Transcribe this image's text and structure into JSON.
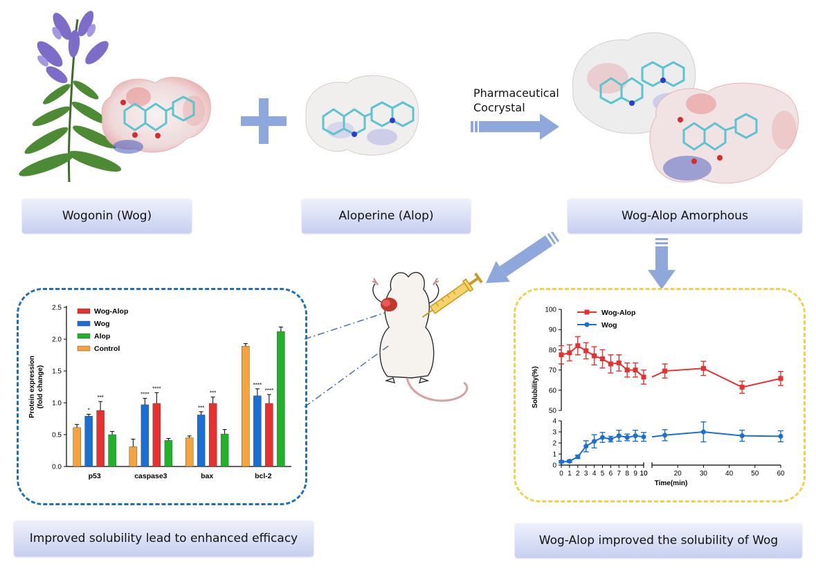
{
  "labels": {
    "wogonin": "Wogonin (Wog)",
    "aloperine": "Aloperine (Alop)",
    "amorphous": "Wog-Alop Amorphous",
    "efficacy": "Improved solubility lead to enhanced efficacy",
    "solubility": "Wog-Alop  improved  the solubility of Wog"
  },
  "arrow_label": {
    "line1": "Pharmaceutical",
    "line2": "Cocrystal"
  },
  "colors": {
    "wog_alop": "#e8302f",
    "wog": "#1a6fd6",
    "alop": "#22b22a",
    "control": "#f5a33c",
    "label_box": "#c7cff0",
    "bar_panel_border": "#1f6fb5",
    "sol_panel_border": "#f2d04a",
    "arrow": "#8fa8dc"
  },
  "chart_data": [
    {
      "type": "bar",
      "ylabel": "Protein expression\n(fold change)",
      "ylabel_line1": "Protein expression",
      "ylabel_line2": "(fold change)",
      "ylim": [
        0,
        2.5
      ],
      "yticks": [
        "0.0",
        "0.5",
        "1.0",
        "1.5",
        "2.0",
        "2.5"
      ],
      "categories": [
        "p53",
        "caspase3",
        "bax",
        "bcl-2"
      ],
      "legend": {
        "placement": "top-left",
        "order": [
          "Wog-Alop",
          "Wog",
          "Alop",
          "Control"
        ]
      },
      "series_order_in_group": [
        "Control",
        "Wog",
        "Wog-Alop",
        "Alop"
      ],
      "series": [
        {
          "name": "Control",
          "color_key": "control",
          "values": [
            0.61,
            0.31,
            0.45,
            1.89
          ],
          "errors": [
            0.05,
            0.12,
            0.03,
            0.04
          ]
        },
        {
          "name": "Wog",
          "color_key": "wog",
          "values": [
            0.79,
            0.97,
            0.81,
            1.11
          ],
          "errors": [
            0.03,
            0.1,
            0.05,
            0.11
          ]
        },
        {
          "name": "Wog-Alop",
          "color_key": "wog_alop",
          "values": [
            0.88,
            0.99,
            0.99,
            0.99
          ],
          "errors": [
            0.14,
            0.17,
            0.1,
            0.14
          ]
        },
        {
          "name": "Alop",
          "color_key": "alop",
          "values": [
            0.5,
            0.41,
            0.51,
            2.12
          ],
          "errors": [
            0.05,
            0.03,
            0.07,
            0.07
          ]
        }
      ],
      "significance": [
        {
          "category": "p53",
          "series": "Wog",
          "label": "*"
        },
        {
          "category": "p53",
          "series": "Wog-Alop",
          "label": "***"
        },
        {
          "category": "caspase3",
          "series": "Wog",
          "label": "****"
        },
        {
          "category": "caspase3",
          "series": "Wog-Alop",
          "label": "****"
        },
        {
          "category": "bax",
          "series": "Wog",
          "label": "***"
        },
        {
          "category": "bax",
          "series": "Wog-Alop",
          "label": "***"
        },
        {
          "category": "bcl-2",
          "series": "Wog",
          "label": "****"
        },
        {
          "category": "bcl-2",
          "series": "Wog-Alop",
          "label": "****"
        }
      ]
    },
    {
      "type": "line",
      "xlabel": "Time(min)",
      "ylabel": "Solubility(%)",
      "x_axis_broken": true,
      "xticks_left": [
        "0",
        "1",
        "2",
        "3",
        "4",
        "5",
        "6",
        "7",
        "8",
        "9",
        "10"
      ],
      "xticks_right": [
        "10",
        "20",
        "30",
        "40",
        "50",
        "60"
      ],
      "y_axis_broken": true,
      "yticks_upper": [
        "50",
        "60",
        "70",
        "80",
        "90",
        "100"
      ],
      "yticks_lower": [
        "0",
        "1",
        "2",
        "3",
        "4"
      ],
      "ylim_upper": [
        50,
        100
      ],
      "ylim_lower": [
        0,
        4
      ],
      "legend": {
        "placement": "top-left",
        "order": [
          "Wog-Alop",
          "Wog"
        ]
      },
      "series": [
        {
          "name": "Wog-Alop",
          "color_key": "wog_alop",
          "marker": "square",
          "x": [
            0,
            1,
            2,
            3,
            4,
            5,
            6,
            7,
            8,
            9,
            10,
            15,
            30,
            45,
            60
          ],
          "y": [
            77.5,
            78.5,
            82.0,
            79.5,
            77.0,
            75.5,
            73.0,
            73.5,
            70.0,
            70.0,
            66.5,
            69.5,
            70.8,
            61.5,
            65.8
          ],
          "errors": [
            4.5,
            4.0,
            4.5,
            4.0,
            4.5,
            4.5,
            4.5,
            4.0,
            3.5,
            3.5,
            3.5,
            3.5,
            3.5,
            3.0,
            3.5
          ]
        },
        {
          "name": "Wog",
          "color_key": "wog",
          "marker": "circle",
          "x": [
            0,
            1,
            2,
            3,
            4,
            5,
            6,
            7,
            8,
            9,
            10,
            15,
            30,
            45,
            60
          ],
          "y": [
            0.3,
            0.35,
            0.75,
            1.7,
            2.15,
            2.5,
            2.35,
            2.65,
            2.5,
            2.65,
            2.55,
            2.7,
            3.0,
            2.65,
            2.6
          ],
          "errors": [
            0.1,
            0.1,
            0.15,
            0.5,
            0.6,
            0.45,
            0.25,
            0.5,
            0.3,
            0.5,
            0.4,
            0.5,
            0.9,
            0.5,
            0.5
          ]
        }
      ]
    }
  ]
}
